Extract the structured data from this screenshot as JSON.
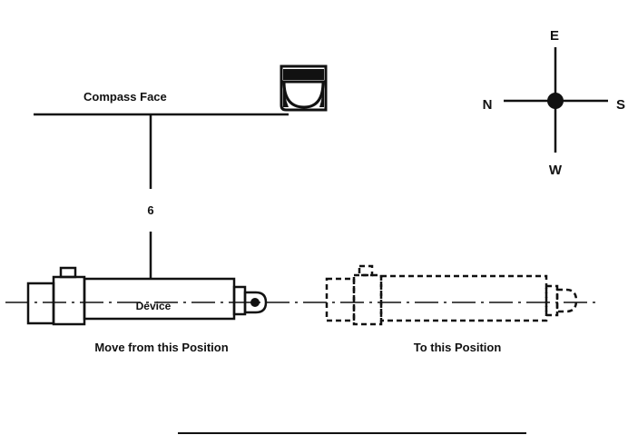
{
  "labels": {
    "compass_face": "Compass Face",
    "distance": "6",
    "device": "Device",
    "move_from": "Move from this Position",
    "to_position": "To this Position"
  },
  "compass": {
    "north": "N",
    "east": "E",
    "south": "S",
    "west": "W"
  },
  "colors": {
    "ink": "#111111",
    "background": "#ffffff"
  }
}
